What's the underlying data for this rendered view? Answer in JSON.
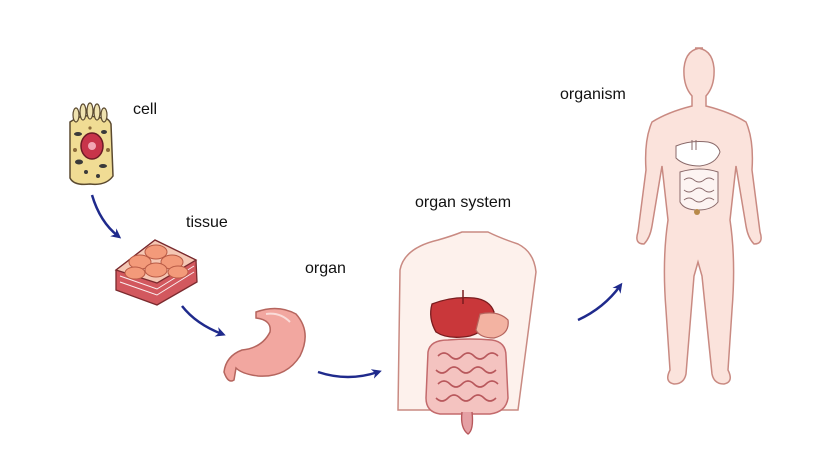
{
  "diagram": {
    "stages": [
      {
        "id": "cell",
        "label": "cell"
      },
      {
        "id": "tissue",
        "label": "tissue"
      },
      {
        "id": "organ",
        "label": "organ"
      },
      {
        "id": "organ-system",
        "label": "organ system"
      },
      {
        "id": "organism",
        "label": "organism"
      }
    ],
    "colors": {
      "arrow": "#1f2a8c",
      "skin": "#fbe3dc",
      "outline": "#c98a82",
      "intestine": "#e5a0a4",
      "liver": "#c9373a",
      "stomach": "#f2a7a0",
      "cell_fill": "#f0dc94",
      "nucleus": "#c8344a"
    }
  }
}
